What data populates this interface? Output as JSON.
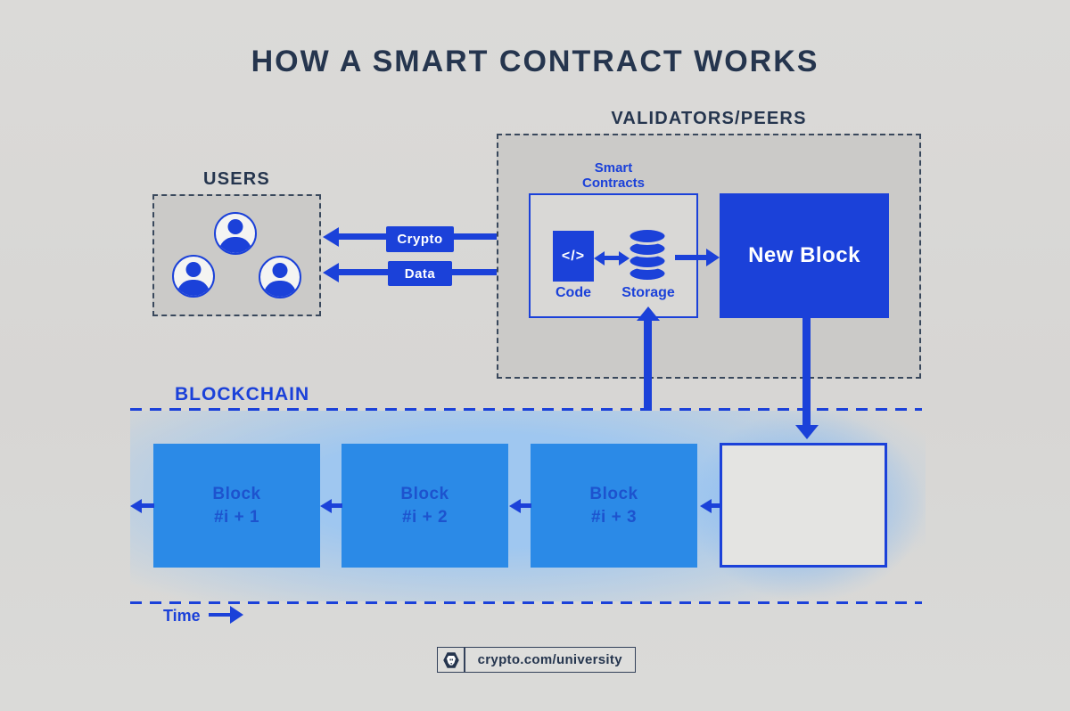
{
  "title": "HOW A SMART CONTRACT WORKS",
  "users": {
    "label": "USERS"
  },
  "exchange_arrows": {
    "crypto_label": "Crypto",
    "data_label": "Data"
  },
  "validators": {
    "label": "VALIDATORS/PEERS",
    "smart_contracts": {
      "line1": "Smart",
      "line2": "Contracts"
    },
    "code": {
      "glyph": "</>",
      "label": "Code"
    },
    "storage": {
      "label": "Storage"
    },
    "new_block": {
      "label": "New Block"
    }
  },
  "blockchain": {
    "label": "BLOCKCHAIN",
    "blocks": [
      {
        "line1": "Block",
        "line2": "#i + 1"
      },
      {
        "line1": "Block",
        "line2": "#i + 2"
      },
      {
        "line1": "Block",
        "line2": "#i + 3"
      }
    ],
    "time_label": "Time"
  },
  "footer": {
    "url": "crypto.com/university"
  },
  "colors": {
    "background": "#d8d7d5",
    "panel_gray": "#cbcac8",
    "navy": "#25354e",
    "primary_blue": "#1b41d9",
    "block_blue": "#2b8ae7",
    "block_text_blue": "#1d53ce",
    "band_blue": "#9cc6f1",
    "white": "#ffffff"
  }
}
